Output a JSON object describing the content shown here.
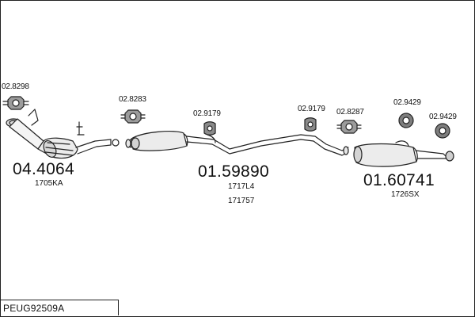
{
  "diagram": {
    "footer_code": "PEUG92509A",
    "assemblies": [
      {
        "code": "04.4064",
        "sub": [
          "1705KA"
        ]
      },
      {
        "code": "01.59890",
        "sub": [
          "1717L4",
          "171757"
        ]
      },
      {
        "code": "01.60741",
        "sub": [
          "1726SX"
        ]
      }
    ],
    "fittings": [
      "02.8298",
      "02.8283",
      "02.9179",
      "02.9179",
      "02.8287",
      "02.9429",
      "02.9429"
    ]
  }
}
